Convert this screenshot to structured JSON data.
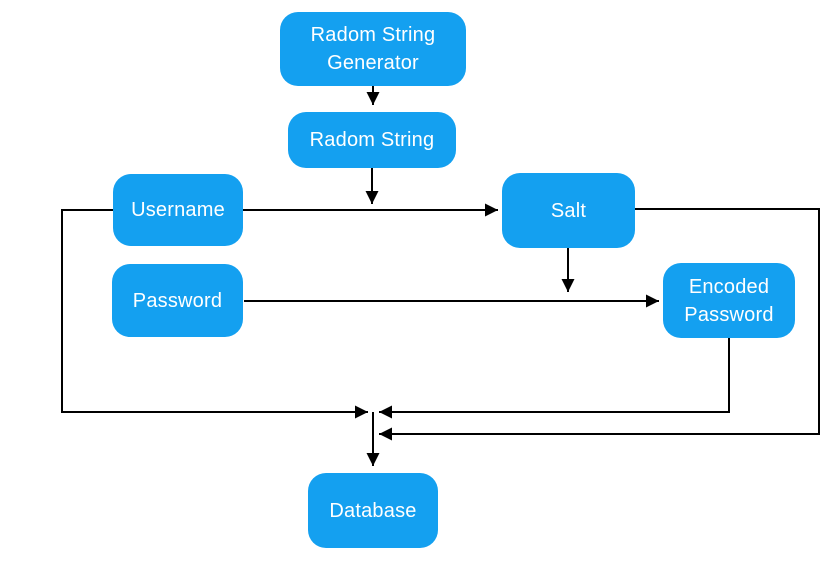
{
  "diagram": {
    "type": "flowchart",
    "background_color": "#ffffff",
    "node_fill_color": "#14a0f0",
    "node_text_color": "#ffffff",
    "connector_color": "#000000",
    "nodes": [
      {
        "id": "radom-string-generator",
        "label": "Radom String Generator"
      },
      {
        "id": "radom-string",
        "label": "Radom String"
      },
      {
        "id": "username",
        "label": "Username"
      },
      {
        "id": "salt",
        "label": "Salt"
      },
      {
        "id": "password",
        "label": "Password"
      },
      {
        "id": "encoded-password",
        "label": "Encoded Password"
      },
      {
        "id": "database",
        "label": "Database"
      }
    ],
    "edges": [
      {
        "from": "radom-string-generator",
        "to": "radom-string"
      },
      {
        "from": "radom-string",
        "to": "salt"
      },
      {
        "from": "username",
        "to": "salt"
      },
      {
        "from": "salt",
        "to": "encoded-password"
      },
      {
        "from": "password",
        "to": "encoded-password"
      },
      {
        "from": "username",
        "to": "database"
      },
      {
        "from": "encoded-password",
        "to": "database"
      },
      {
        "from": "salt",
        "to": "database"
      }
    ]
  }
}
